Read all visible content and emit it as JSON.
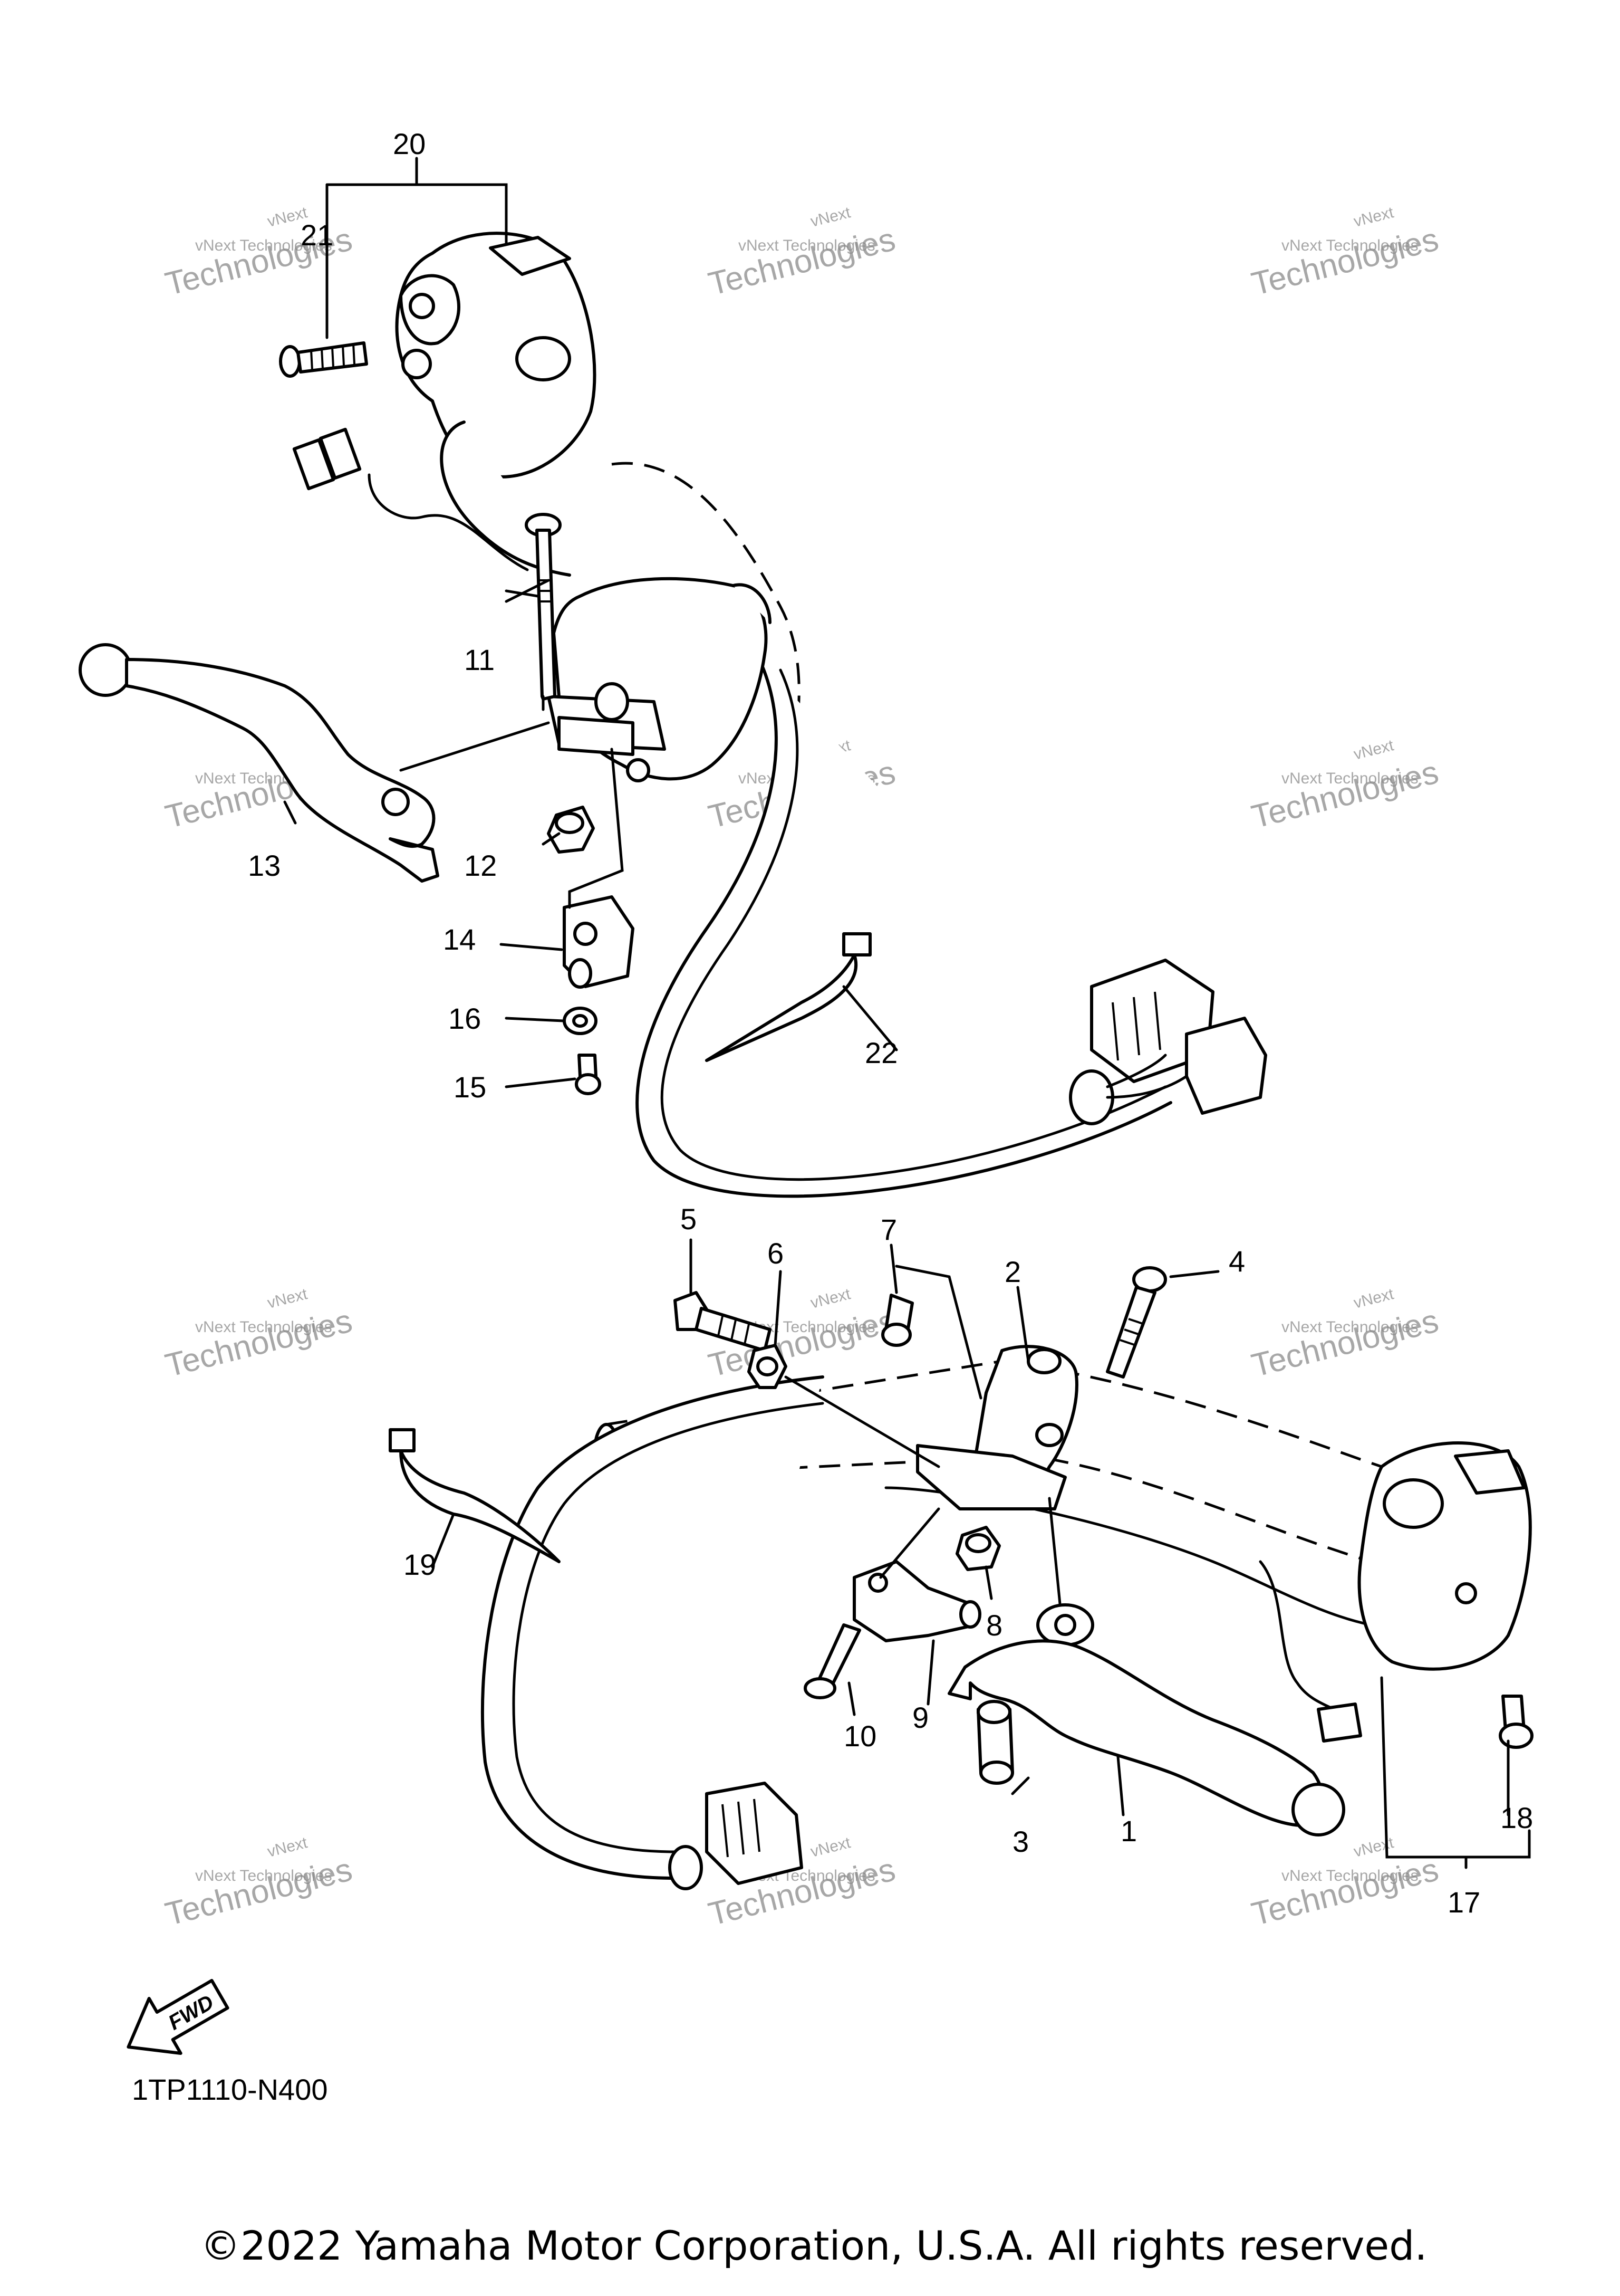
{
  "callouts": {
    "c1": "1",
    "c2": "2",
    "c3": "3",
    "c4": "4",
    "c5": "5",
    "c6": "6",
    "c7": "7",
    "c8": "8",
    "c9": "9",
    "c10": "10",
    "c11": "11",
    "c12": "12",
    "c13": "13",
    "c14": "14",
    "c15": "15",
    "c16": "16",
    "c17": "17",
    "c18": "18",
    "c19": "19",
    "c20": "20",
    "c21": "21",
    "c22": "22"
  },
  "watermark": {
    "line1": "vNext",
    "line2": "vNext Technologies",
    "line3": "Technologies"
  },
  "fwd_label": "FWD",
  "diagram_code": "1TP1110-N400",
  "copyright": "©2022 Yamaha Motor Corporation, U.S.A. All rights reserved."
}
